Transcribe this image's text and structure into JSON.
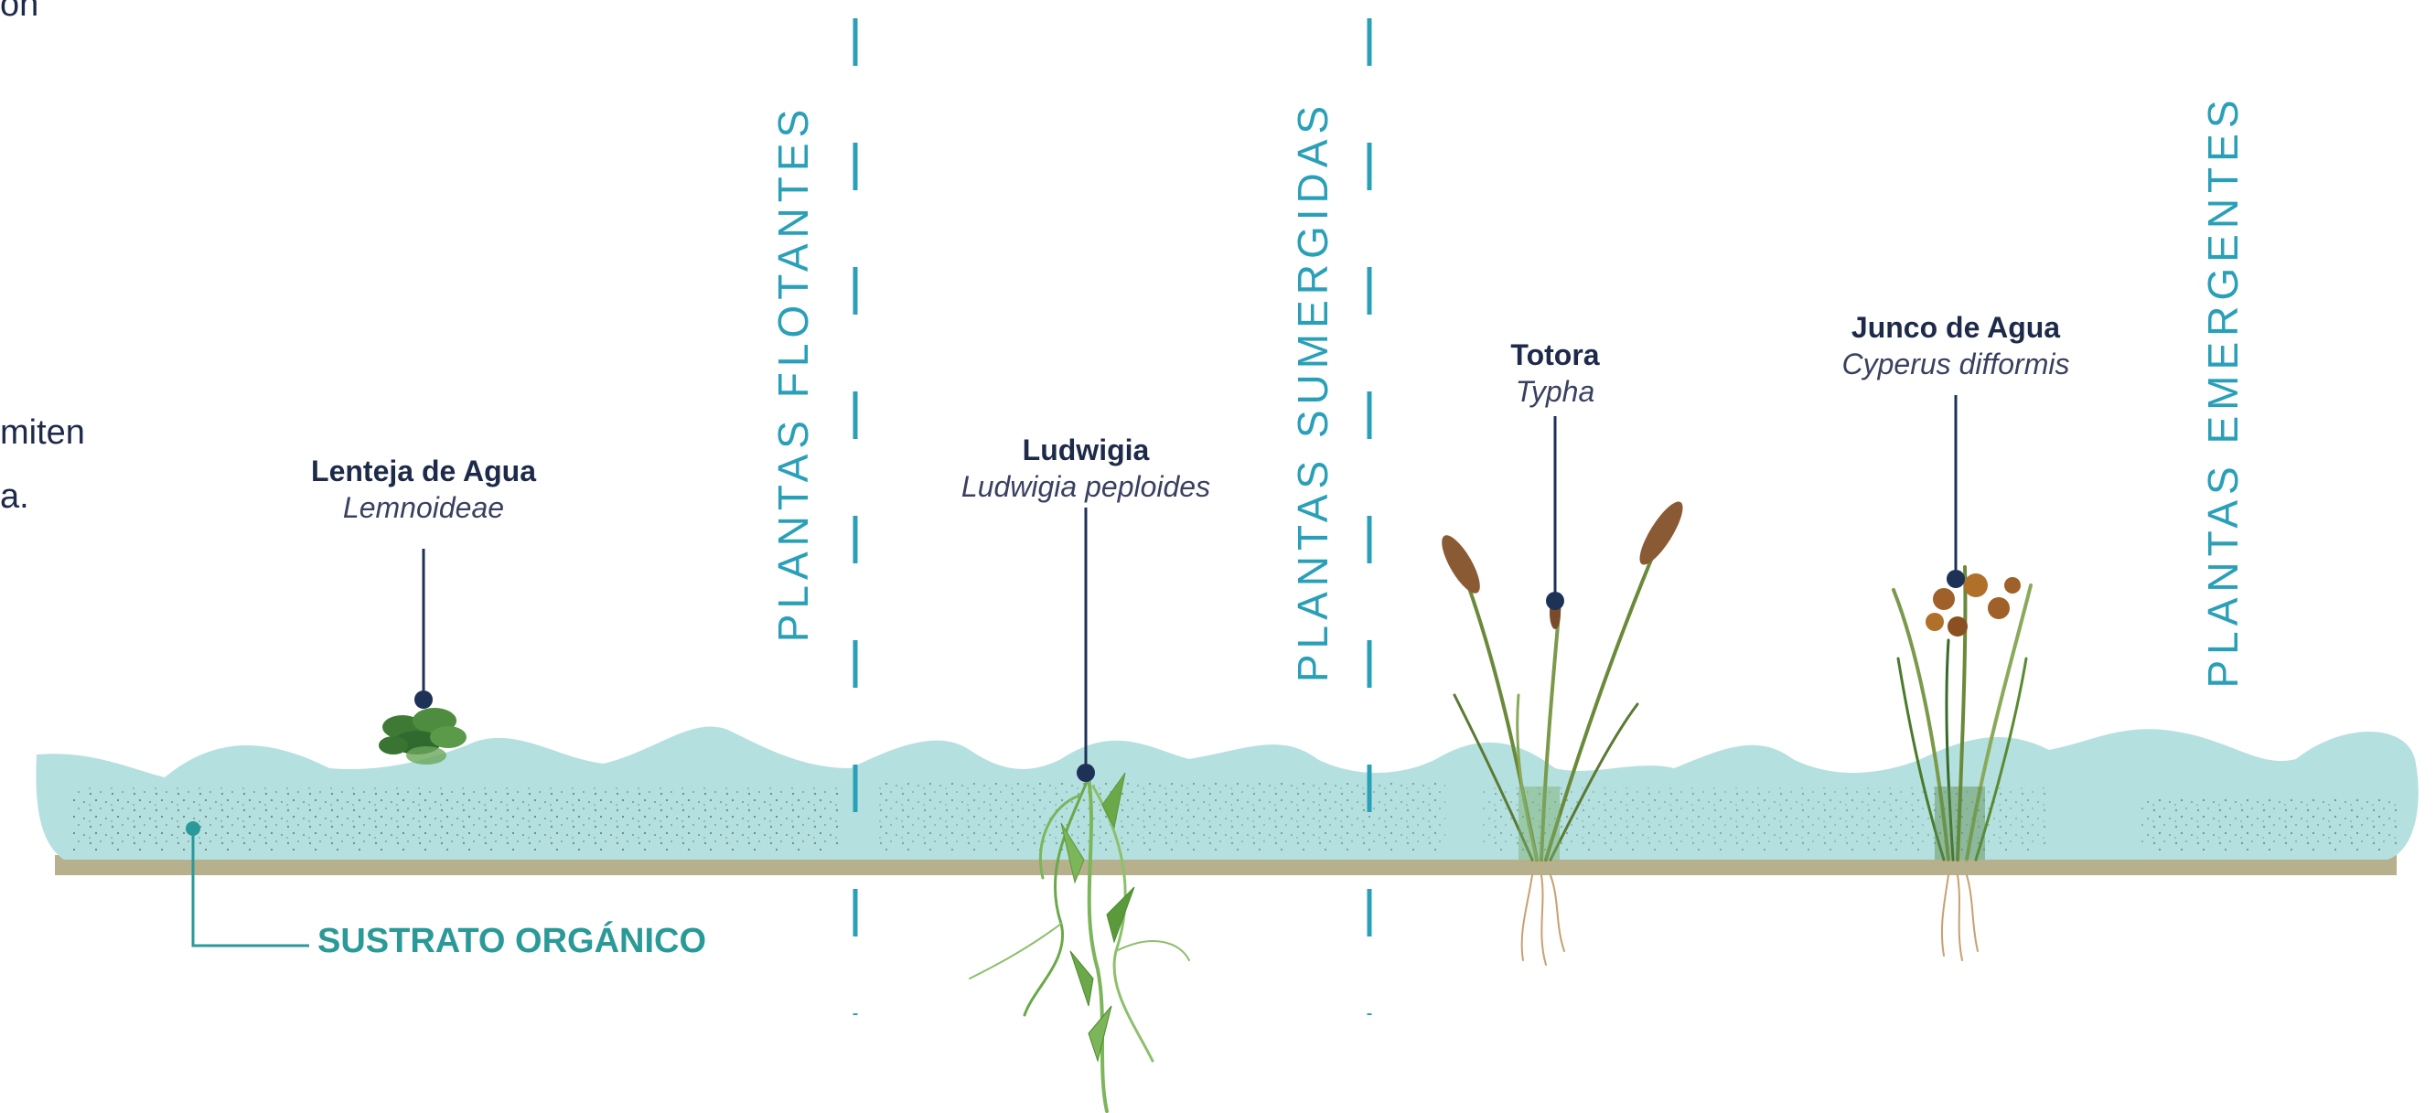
{
  "intro_fragments": [
    "ón",
    "miten",
    "a."
  ],
  "zones": [
    {
      "name": "PLANTAS FLOTANTES"
    },
    {
      "name": "PLANTAS SUMERGIDAS"
    },
    {
      "name": "PLANTAS EMERGENTES"
    }
  ],
  "plants": [
    {
      "common": "Lenteja de Agua",
      "scientific": "Lemnoideae"
    },
    {
      "common": "Ludwigia",
      "scientific": "Ludwigia peploides"
    },
    {
      "common": "Totora",
      "scientific": "Typha"
    },
    {
      "common": "Junco de Agua",
      "scientific": "Cyperus difformis"
    }
  ],
  "substrate_label": "SUSTRATO ORGÁNICO",
  "colors": {
    "water": "#b5e0e0",
    "soil": "#b6b08c",
    "accent": "#2aa0b8",
    "substrate": "#2a9a98",
    "text": "#1e2a4a",
    "marker": "#1e3258"
  }
}
